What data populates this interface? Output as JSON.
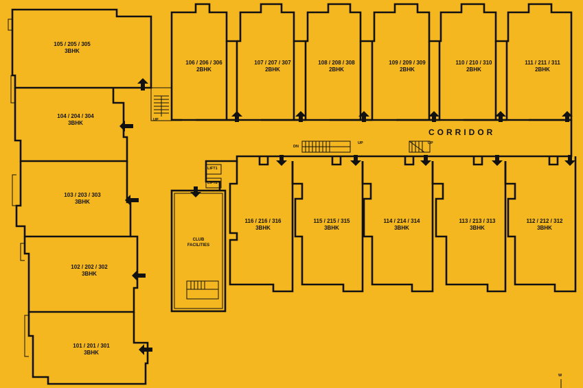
{
  "colors": {
    "background": "#f5b720",
    "lines": "#111111"
  },
  "left_units": [
    {
      "number": "105 / 205 / 305",
      "type": "3BHK"
    },
    {
      "number": "104 / 204 / 304",
      "type": "3BHK"
    },
    {
      "number": "103 / 203 / 303",
      "type": "3BHK"
    },
    {
      "number": "102 / 202 / 302",
      "type": "3BHK"
    },
    {
      "number": "101 / 201 / 301",
      "type": "3BHK"
    }
  ],
  "top_units": [
    {
      "number": "106 / 206 / 306",
      "type": "2BHK"
    },
    {
      "number": "107 / 207 / 307",
      "type": "2BHK"
    },
    {
      "number": "108 / 208 / 308",
      "type": "2BHK"
    },
    {
      "number": "109 / 209 / 309",
      "type": "2BHK"
    },
    {
      "number": "110 / 210 / 310",
      "type": "2BHK"
    },
    {
      "number": "111 / 211 / 311",
      "type": "2BHK"
    }
  ],
  "bottom_units": [
    {
      "number": "116 / 216 / 316",
      "type": "3BHK"
    },
    {
      "number": "115 / 215 / 315",
      "type": "3BHK"
    },
    {
      "number": "114 / 214 / 314",
      "type": "3BHK"
    },
    {
      "number": "113 / 213 / 313",
      "type": "3BHK"
    },
    {
      "number": "112 / 212 / 312",
      "type": "3BHK"
    }
  ],
  "corridor_label": "CORRIDOR",
  "lift1": "LIFT1",
  "lift2": "LIFT2",
  "club": {
    "line1": "CLUB",
    "line2": "FACILITIES"
  },
  "stair_dn": "DN",
  "stair_up": "UP",
  "stair_up2": "UP",
  "stair_up3": "UP",
  "compass": "W"
}
